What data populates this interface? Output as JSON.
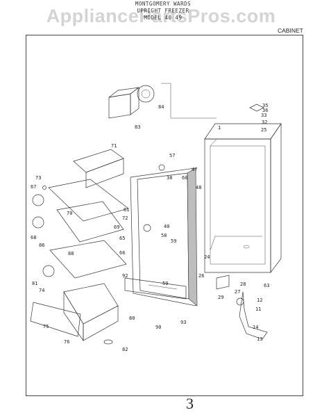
{
  "watermark": "AppliancePartsPros.com",
  "header": {
    "line1": "MONTGOMERY WARDS",
    "line2": "UPRIGHT FREEZER",
    "line3": "MODEL  40  49",
    "section": "CABINET"
  },
  "page_number": "3",
  "part_labels": [
    "1",
    "11",
    "12",
    "13",
    "14",
    "24",
    "25",
    "26",
    "27",
    "28",
    "29",
    "32",
    "33",
    "35",
    "36",
    "38",
    "40",
    "47",
    "48",
    "57",
    "58",
    "59",
    "59",
    "60",
    "61",
    "63",
    "65",
    "66",
    "67",
    "68",
    "69",
    "70",
    "71",
    "72",
    "73",
    "74",
    "75",
    "76",
    "80",
    "81",
    "82",
    "83",
    "84",
    "86",
    "88",
    "90",
    "92",
    "93"
  ]
}
